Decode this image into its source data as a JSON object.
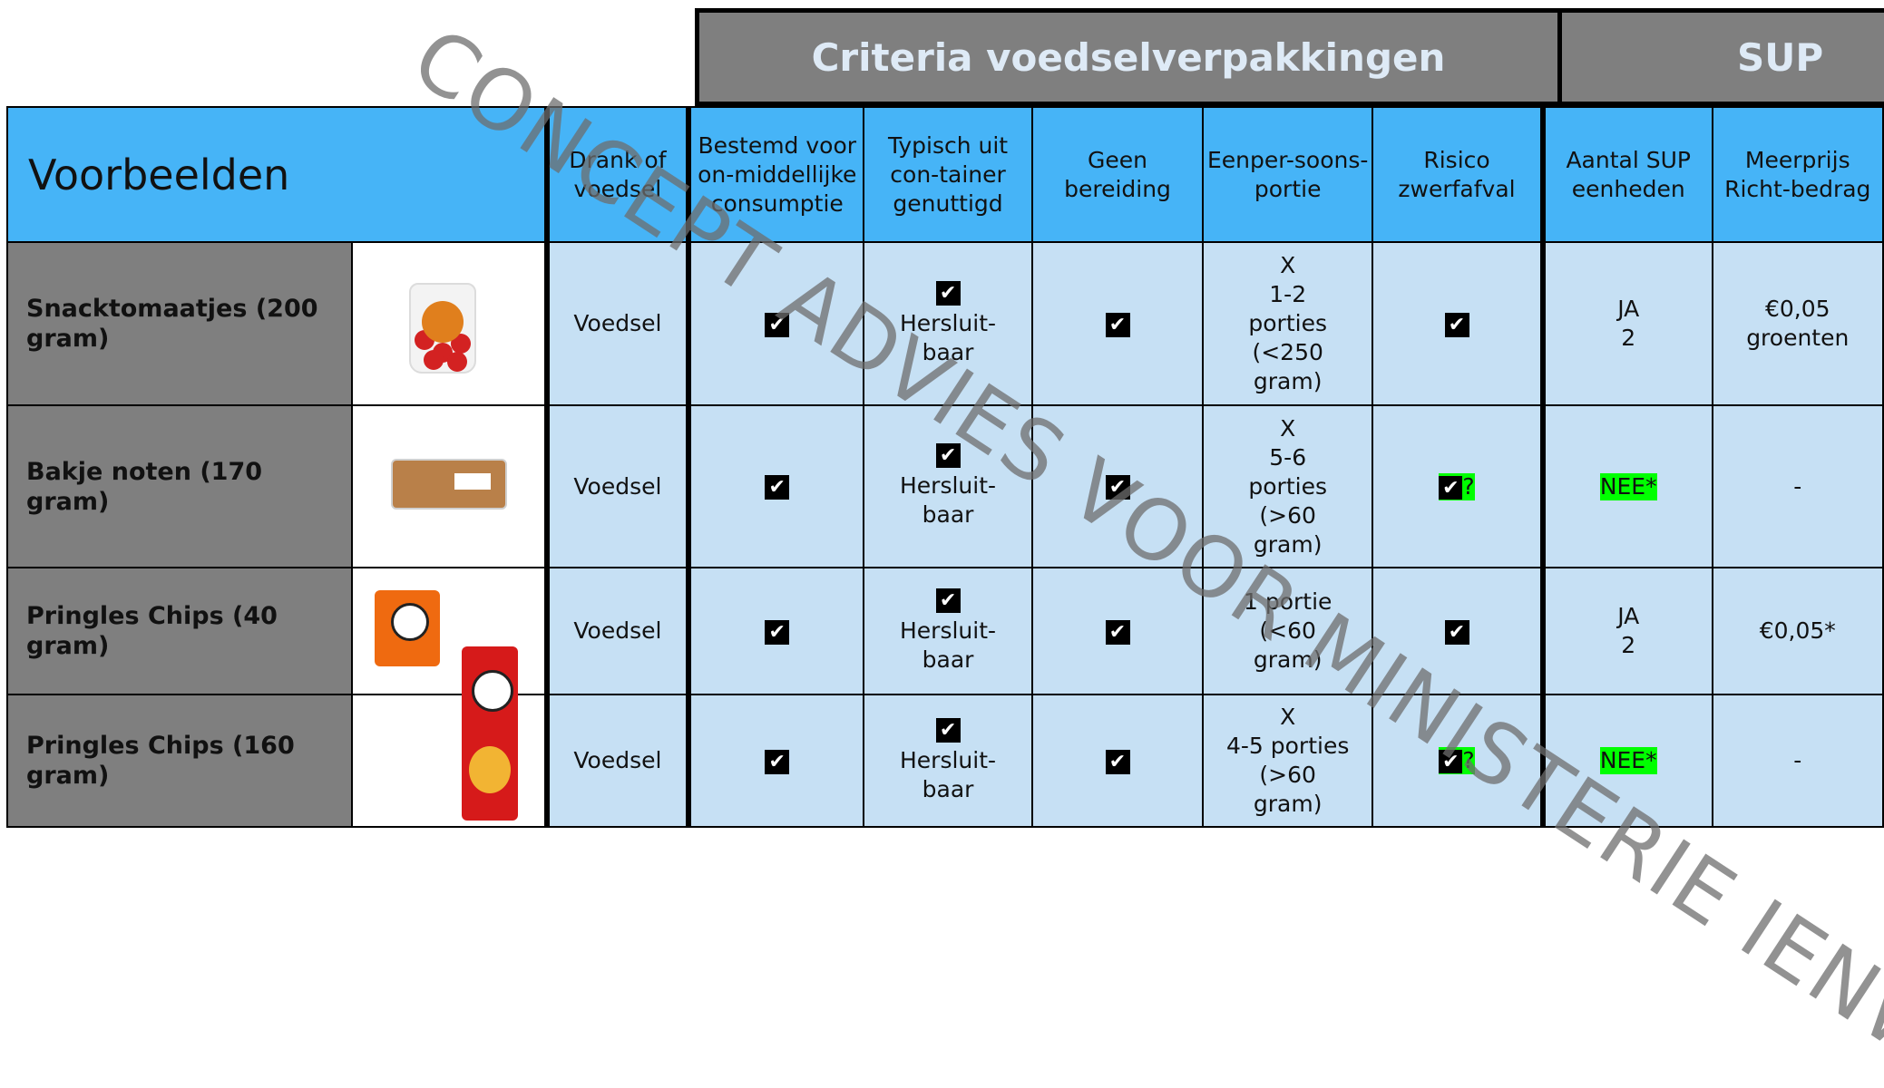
{
  "headers": {
    "criteria_title": "Criteria voedselverpakkingen",
    "sup_title": "SUP",
    "voorbeelden": "Voorbeelden",
    "columns": [
      "Drank of voedsel",
      "Bestemd voor on-middellijke consumptie",
      "Typisch uit con-tainer genuttigd",
      "Geen bereiding",
      "Eenper-soons-portie",
      "Risico zwerfafval",
      "Aantal SUP eenheden",
      "Meerprijs Richt-bedrag"
    ]
  },
  "rows": [
    {
      "name": "Snacktomaatjes (200 gram)",
      "drank_voedsel": "Voedsel",
      "typisch_text": "Hersluit-baar",
      "portie": "X\n1-2\nporties\n(<250\ngram)",
      "aantal_sup": "JA\n2",
      "meerprijs": "€0,05\ngroenten",
      "zwerfafval_question": "",
      "sup_highlight": false,
      "zwerf_highlight": false
    },
    {
      "name": "Bakje noten (170 gram)",
      "drank_voedsel": "Voedsel",
      "typisch_text": "Hersluit-baar",
      "portie": "X\n5-6\nporties\n(>60\ngram)",
      "aantal_sup": "NEE*",
      "meerprijs": "-",
      "zwerfafval_question": "?",
      "sup_highlight": true,
      "zwerf_highlight": true
    },
    {
      "name": "Pringles Chips (40 gram)",
      "drank_voedsel": "Voedsel",
      "typisch_text": "Hersluit-baar",
      "portie": "1 portie\n(<60\ngram)",
      "aantal_sup": "JA\n2",
      "meerprijs": "€0,05*",
      "zwerfafval_question": "",
      "sup_highlight": false,
      "zwerf_highlight": false
    },
    {
      "name": "Pringles Chips (160 gram)",
      "drank_voedsel": "Voedsel",
      "typisch_text": "Hersluit-baar",
      "portie": "X\n4-5 porties\n(>60\ngram)",
      "aantal_sup": "NEE*",
      "meerprijs": "-",
      "zwerfafval_question": "?",
      "sup_highlight": true,
      "zwerf_highlight": true
    }
  ],
  "checkmark_glyph": "✔",
  "watermark": "CONCEPT ADVIES VOOR MINISTERIE IENW",
  "colors": {
    "header_blue": "#46b4f7",
    "body_light_blue": "#c6e0f4",
    "grey": "#7f7f7f",
    "highlight_green": "#00ff00"
  }
}
